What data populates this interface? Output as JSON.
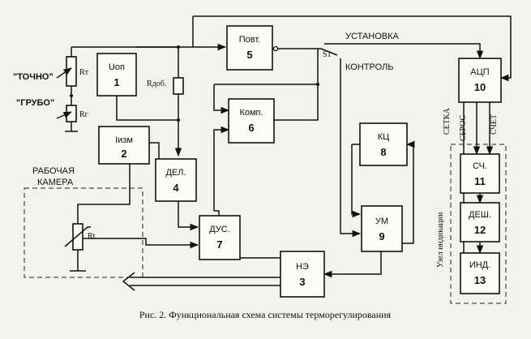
{
  "blocks": {
    "uop": {
      "name": "Uоп",
      "num": "1"
    },
    "izm": {
      "name": "Iизм",
      "num": "2"
    },
    "del": {
      "name": "ДЕЛ.",
      "num": "4"
    },
    "povt": {
      "name": "Повт.",
      "num": "5"
    },
    "komp": {
      "name": "Комп.",
      "num": "6"
    },
    "dus": {
      "name": "ДУС.",
      "num": "7"
    },
    "kc": {
      "name": "КЦ",
      "num": "8"
    },
    "um": {
      "name": "УМ",
      "num": "9"
    },
    "ne": {
      "name": "НЭ",
      "num": "3"
    },
    "acp": {
      "name": "АЦП",
      "num": "10"
    },
    "sch": {
      "name": "СЧ.",
      "num": "11"
    },
    "desh": {
      "name": "ДЕШ.",
      "num": "12"
    },
    "ind": {
      "name": "ИНД.",
      "num": "13"
    }
  },
  "labels": {
    "tochno": "\"ТОЧНО\"",
    "grubo": "\"ГРУБО\"",
    "rt_pot": "Rт",
    "rg_pot": "Rг",
    "rdob": "Rдоб.",
    "rt_sensor": "Rt",
    "chamber_line1": "РАБОЧАЯ",
    "chamber_line2": "КАМЕРА",
    "ustanovka": "УСТАНОВКА",
    "kontrol": "КОНТРОЛЬ",
    "switch": "S1",
    "setka": "СЕТКА",
    "sbros": "СБРОС",
    "schet": "СЧЕТ",
    "indication_node": "Узел индикации"
  },
  "caption": "Рис. 2. Функциональная схема системы терморегулирования"
}
